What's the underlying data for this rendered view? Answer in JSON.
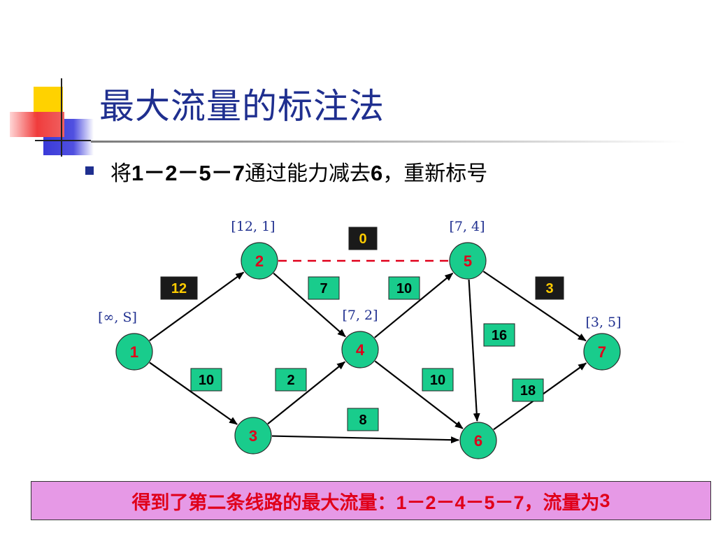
{
  "title": "最大流量的标注法",
  "subtitle": {
    "p1": "将",
    "b1": "1－2－5－7",
    "p2": "通过能力减去",
    "b2": "6",
    "p3": "，重新标号"
  },
  "conclusion": {
    "p1": "得到了第二条线路的最大流量：",
    "b1": "1－2－4－5－7",
    "p2": "，流量为 ",
    "b2": "3"
  },
  "colors": {
    "node_fill": "#19cc8c",
    "node_label": "#e0001a",
    "cap_box_green": "#19cc8c",
    "cap_box_dark": "#1a1a1a",
    "cap_text_yellow": "#ffcc00",
    "title": "#1f2f8f",
    "dashed_edge": "#e0001a"
  },
  "nodes": [
    {
      "id": "1",
      "label": "1",
      "mark": "[∞, S]"
    },
    {
      "id": "2",
      "label": "2",
      "mark": "[12, 1]"
    },
    {
      "id": "3",
      "label": "3",
      "mark": ""
    },
    {
      "id": "4",
      "label": "4",
      "mark": "[7, 2]"
    },
    {
      "id": "5",
      "label": "5",
      "mark": "[7, 4]"
    },
    {
      "id": "6",
      "label": "6",
      "mark": ""
    },
    {
      "id": "7",
      "label": "7",
      "mark": "[3, 5]"
    }
  ],
  "edges": [
    {
      "from": "1",
      "to": "2",
      "capacity": "12",
      "style": "dark"
    },
    {
      "from": "1",
      "to": "3",
      "capacity": "10",
      "style": "green"
    },
    {
      "from": "2",
      "to": "4",
      "capacity": "7",
      "style": "green"
    },
    {
      "from": "2",
      "to": "5",
      "capacity": "0",
      "style": "dark-dashed"
    },
    {
      "from": "3",
      "to": "4",
      "capacity": "2",
      "style": "green"
    },
    {
      "from": "3",
      "to": "6",
      "capacity": "8",
      "style": "green"
    },
    {
      "from": "4",
      "to": "5",
      "capacity": "10",
      "style": "green"
    },
    {
      "from": "4",
      "to": "6",
      "capacity": "10",
      "style": "green"
    },
    {
      "from": "5",
      "to": "6",
      "capacity": "16",
      "style": "green"
    },
    {
      "from": "5",
      "to": "7",
      "capacity": "3",
      "style": "dark"
    },
    {
      "from": "6",
      "to": "7",
      "capacity": "18",
      "style": "green"
    }
  ]
}
